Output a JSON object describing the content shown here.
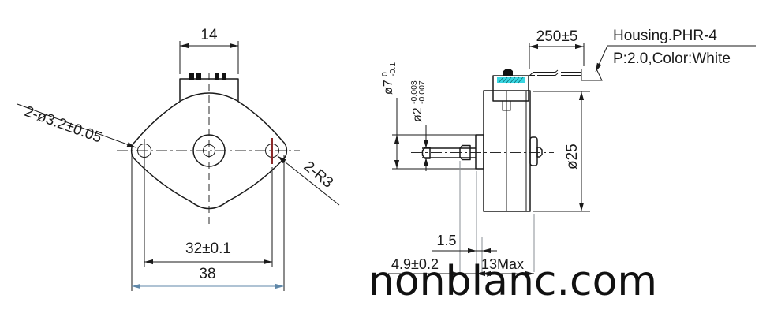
{
  "colors": {
    "line": "#1a1a1a",
    "accent_cyan": "#38d6e2",
    "accent_red": "#8b2a2a",
    "dim_blue": "#5f87a8",
    "ext_gray": "#8a8f94"
  },
  "watermark_text": "nonblanc.com",
  "front_view": {
    "dim_connector_width": "14",
    "holes_callout": "2-ø3.2±0.05",
    "radius_callout": "2-R3",
    "dim_hole_pitch": "32±0.1",
    "dim_flange_width": "38"
  },
  "side_view": {
    "dim_lead_length": "250±5",
    "connector_callout_line1": "Housing.PHR-4",
    "connector_callout_line2": "P:2.0,Color:White",
    "shaft_boss_dia": {
      "nominal": "ø7",
      "tol_upper": "0",
      "tol_lower": "-0.1"
    },
    "shaft_dia": {
      "nominal": "ø2",
      "tol_upper": "-0.003",
      "tol_lower": "-0.007"
    },
    "dim_body_dia": "ø25",
    "dim_boss_length": "1.5",
    "dim_shaft_length": "4.9±0.2",
    "dim_body_length": "13Max"
  }
}
